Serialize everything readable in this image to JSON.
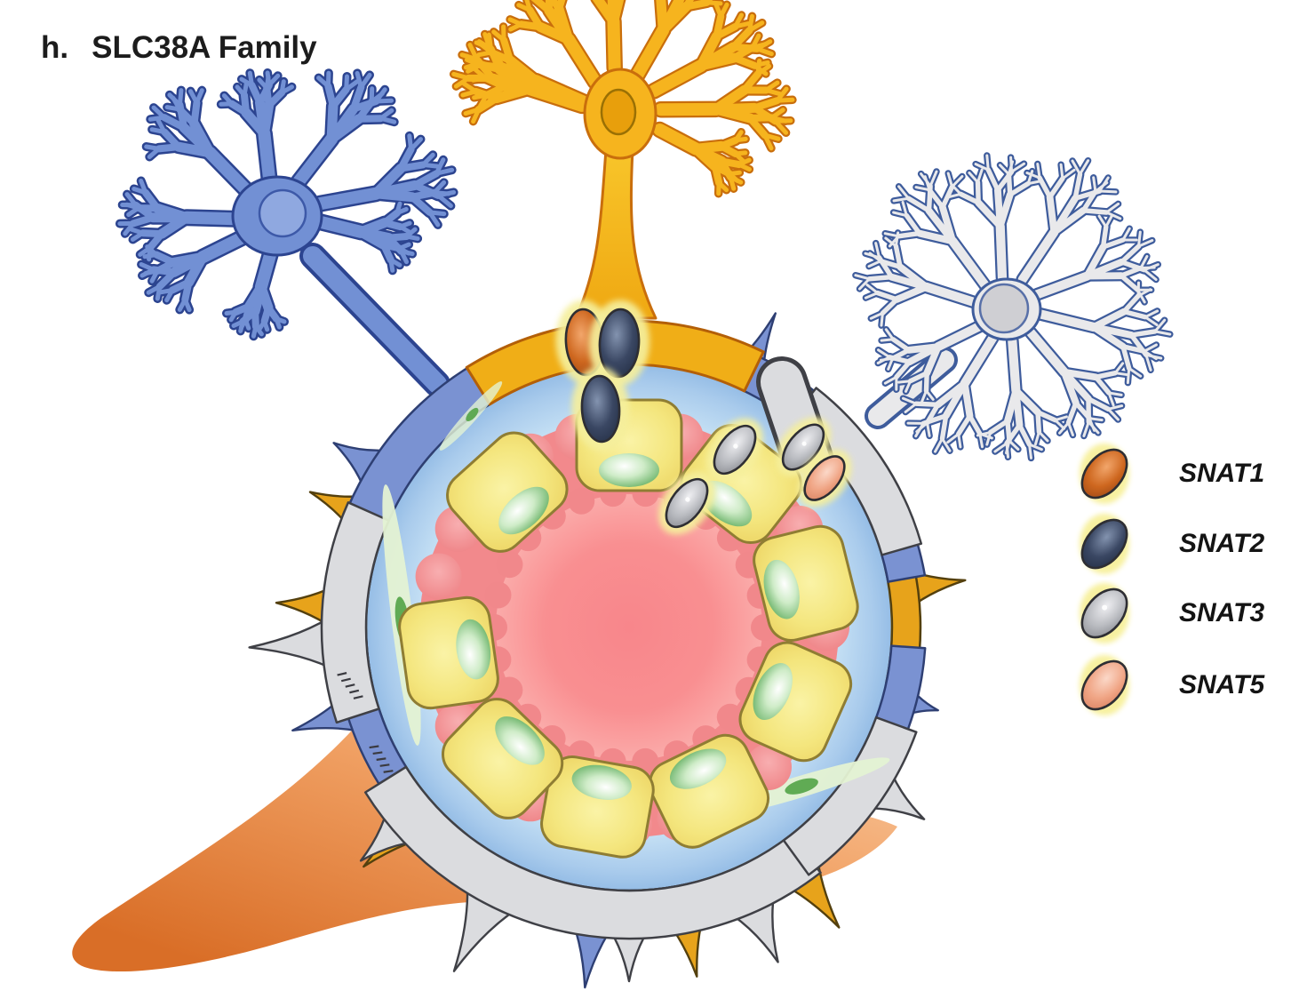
{
  "title": {
    "panel_index": "h.",
    "text": "SLC38A Family"
  },
  "legend": {
    "glow_color": "#F7F09B",
    "items": [
      {
        "id": "snat1",
        "label": "SNAT1",
        "color": "#CE671F",
        "color_light": "#F2A66B",
        "color_dark": "#9A4614"
      },
      {
        "id": "snat2",
        "label": "SNAT2",
        "color": "#3A4763",
        "color_light": "#8393AF",
        "color_dark": "#232E44"
      },
      {
        "id": "snat3",
        "label": "SNAT3",
        "color": "#B9BBC0",
        "color_light": "#EFEFF2",
        "color_dark": "#85878D"
      },
      {
        "id": "snat5",
        "label": "SNAT5",
        "color": "#F0A585",
        "color_light": "#FBD8C8",
        "color_dark": "#D87F5E"
      }
    ]
  },
  "membrane_transporters": [
    "SNAT1",
    "SNAT2",
    "SNAT2",
    "SNAT3",
    "SNAT3",
    "SNAT3",
    "SNAT5"
  ],
  "palette": {
    "lumen": "#F8868B",
    "lumen_mid": "#F98F91",
    "lumen_edge": "#FBAFAD",
    "pericyte": "#F2898C",
    "pericyte_light": "#F8AEB0",
    "pericyte_dark": "#EE8184",
    "endothelial_light": "#FAF3A6",
    "endothelial": "#F4E67E",
    "endothelial_dark": "#EBD15F",
    "endothelial_outline": "#8F7D33",
    "nucleus_white": "#FFFFFF",
    "nucleus_pale": "#CFECC8",
    "nucleus_green": "#62AE60",
    "annulus_inner": "#CAE4F6",
    "annulus_mid": "#A9CBEC",
    "annulus_outer": "#8DB7E3",
    "annulus_outline": "#454B55",
    "glia_gray": "#DBDCDF",
    "glia_gray_outline": "#3F4046",
    "glia_blue": "#7A92D2",
    "glia_blue_outline": "#2E3F73",
    "glia_gold": "#E7A31B",
    "glia_gold_outline": "#54400E",
    "wing_gold": "#F0AE17",
    "wing_outline": "#B35F08",
    "neuron_blue": "#7290D4",
    "neuron_blue_outline": "#2C4490",
    "neuron_blue_nucleus": "#8FA8E0",
    "neuron_orange": "#F6B41E",
    "neuron_orange_outline": "#C96E0C",
    "neuron_orange_nucleus": "#E89F0C",
    "astrocyte_gray": "#E9E9EB",
    "astrocyte_outline": "#3E5C9C",
    "astrocyte_nucleus": "#CFCFD3",
    "spindle": "#E4F2D3",
    "spindle_nucleus": "#58A74D",
    "swoosh_light": "#FAD4B2",
    "swoosh_mid": "#F2A468",
    "swoosh_dark": "#D96E27",
    "glow": "#F5EF9C",
    "background": "#FFFFFF"
  }
}
